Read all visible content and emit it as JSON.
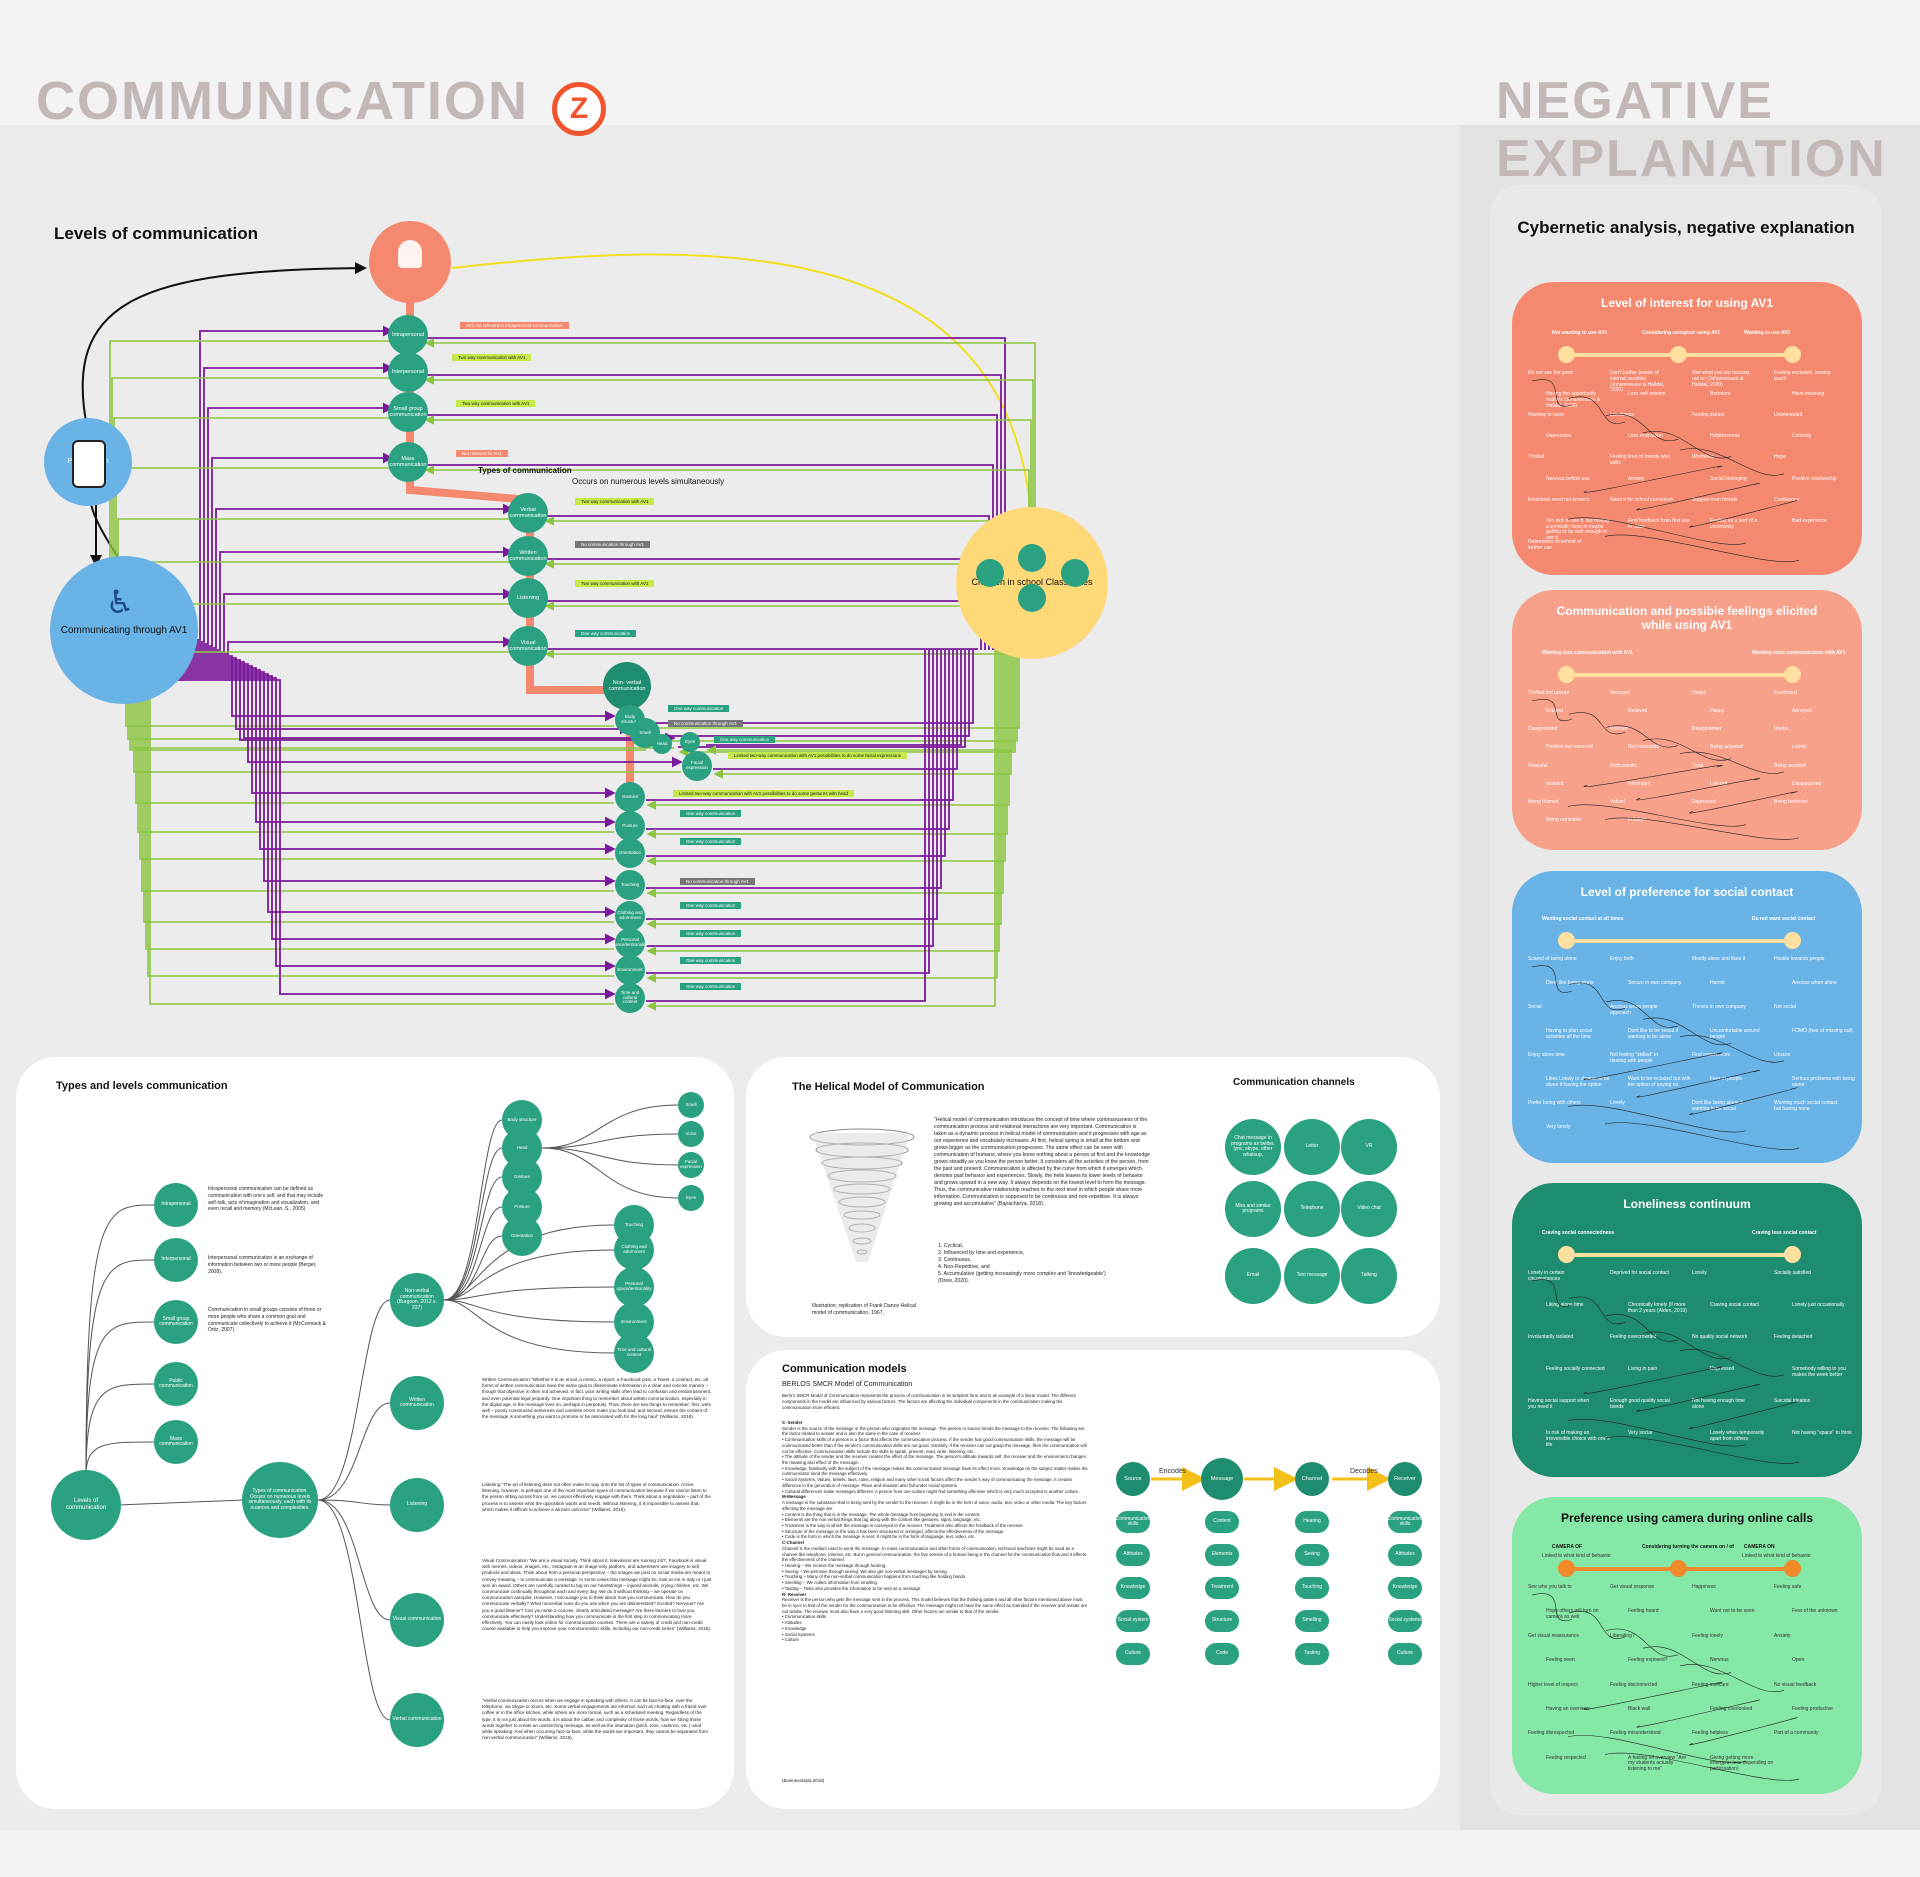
{
  "header": {
    "title": "COMMUNICATION",
    "logo_letter": "Z",
    "neg_line1": "NEGATIVE",
    "neg_line2": "EXPLANATION",
    "neg_subtitle": "Cybernetic analysis, negative explanation"
  },
  "levels": {
    "title": "Levels of communication",
    "av1": "AV1",
    "phone": "Phonescreen",
    "communicating": "Communicating through AV1",
    "children": "Children in school Classmates",
    "level_nodes": [
      "Intrapersonal",
      "Interpersonal",
      "Small group communication",
      "Mass communication"
    ],
    "types_title": "Types of communication",
    "types_sub": "Occurs on numerous levels simultaneously",
    "type_nodes": [
      "Verbal communication",
      "Written communication",
      "Listening",
      "Visual communication"
    ],
    "nonverbal": "Non- verbal communication",
    "nonverbal_nodes": [
      "Body structure",
      "Smell",
      "Head",
      "Eyes",
      "Facial expression",
      "Gesture",
      "Posture",
      "Orientation",
      "Touching",
      "Clothing and adornment",
      "Personal space/territoriality",
      "Environment",
      "Time and cultural context"
    ],
    "labels": [
      "AV1 not relevant to intrapersonal communication",
      "Two way communication with AV1",
      "Two way communication with AV1",
      "Not relevant for AV1",
      "Two way communication with AV1",
      "No communication through AV1",
      "Two way communication with AV1",
      "One way communication",
      "One way communication",
      "No communication through AV1",
      "One way communication",
      "Limited two-way communication with AV1 possibilities to do some facial expressions",
      "Limited two-way communication with AV1 possibilities to do some gestures with head",
      "One way communication",
      "One way communication",
      "No communication through AV1",
      "One way communication",
      "One way communication",
      "One way communication",
      "One way communication"
    ]
  },
  "types_card": {
    "title": "Types and levels communication",
    "root": "Levels of communication",
    "levels": [
      "Intrapersonal",
      "Interpersonal",
      "Small group communication",
      "Public communication",
      "Mass communication"
    ],
    "level_texts": [
      "Intrapersonal communication can be defined as communication with one's self, and that may include self-talk, acts of imagination and visualization, and even recall and memory (McLean, S., 2005)",
      "Interpersonal communication is an exchange of information between two or more people (Berger, 2008).",
      "Communication in small groups consists of three or more people who share a common goal and communicate collectively to achieve it (McCormack & Ortiz, 2007)."
    ],
    "types_root": "Types of communication. Occurs on numerous levels simultaneously, each with its nuances and complexities.",
    "types": [
      "Non-verbal communication (Burgoon, 2012 s. 237)",
      "Written communication",
      "Listening",
      "Visual communication",
      "Verbal communication"
    ],
    "nv_nodes": [
      "Body structure",
      "Head",
      "Gesture",
      "Posture",
      "Orientation",
      "Smell",
      "Voice",
      "Facial expression",
      "Eyes",
      "Touching",
      "Clothing and adornment",
      "Personal space/territoriality",
      "Environment",
      "Time and cultural context"
    ],
    "written_text": "Written Communication \"Whether it is an email, a memo, a report, a Facebook post, a Tweet, a contract, etc. all forms of written communication have the same goal to disseminate information in a clear and concise manner – though that objective is often not achieved. In fact, poor writing skills often lead to confusion and embarrassment, and even potential legal jeopardy. One important thing to remember about written communication, especially in the digital age, is the message lives on, perhaps in perpetuity. Thus, there are two things to remember: first, write well – poorly constructed sentences and careless errors make you look bad; and second, ensure the content of the message is something you want to promote or be associated with for the long haul\" (Williams, 2018).",
    "listening_text": "Listening \"The art of listening does not often make its way onto the list of types of communication. Active listening, however, is perhaps one of the most important types of communication because if we cannot listen to the person sitting across from us, we cannot effectively engage with them. Think about a negotiation – part of the process is to assess what the opposition wants and needs. Without listening, it is impossible to assess that, which makes it difficult to achieve a win/win outcome\" (Williams, 2018).",
    "visual_text": "Visual Communication \"We are a visual society. Think about it, televisions are running 24/7, Facebook is visual with memes, videos, images, etc., Instagram is an image-only platform, and advertisers use imagery to sell products and ideas. Think about from a personal perspective – the images we post on social media are meant to convey meaning – to communicate a message. In some cases that message might be, look at me in Italy or I just won an award. Others are carefully curated to tug on our heartstrings – injured animals, crying children, etc. We communicate continually throughout each and every day. We do it without thinking – we operate on communication autopilot. However, I encourage you to think about how you communicate. How do you communicate verbally? What nonverbal cues do you use when you are disinterested? Excited? Nervous? Are you a good listener? Can you write a concise, clearly articulated message? Are there barriers to how you communicate effectively? Understanding how you communicate is the first step to communicating more effectively. You can easily look online for communication courses. There are a variety of credit and non-credit course available to help you improve your communication skills, including our non-credit series\" (Williams, 2018).",
    "verbal_text": "\"Verbal communication occurs when we engage in speaking with others. It can be face-to-face, over the telephone, via Skype or Zoom, etc. Some verbal engagements are informal, such as chatting with a friend over coffee or in the office kitchen, while others are more formal, such as a scheduled meeting. Regardless of the type, it is not just about the words, it is about the caliber and complexity of those words, how we string those words together to create an overarching message, as well as the intonation (pitch, tone, cadence, etc.) used while speaking. And when occurring face-to-face, while the words are important, they cannot be separated from non-verbal communication\" (Williams, 2018)."
  },
  "helical": {
    "title": "The Helical Model of Communication",
    "text": "\"Helical model of communication introduces the concept of time where continuousness of the communication process and relational interactions are very important. Communication is taken as a dynamic process in helical model of communication and it progresses with age as our experience and vocabulary increases. At first, helical spring is small at the bottom and grows bigger as the communication progresses. The same effect can be seen with communication of humans, where you know nothing about a person at first and the knowledge grows steadily as you know the person better. It considers all the activities of the person, from the past and present. Communication is affected by the curve from which it emerges which denotes past behavior and experiences. Slowly, the helix leaves its lower levels of behavior and grows upward in a new way. It always depends on the lowest level to form the message. Thus, the communicative relationship reaches to the next level in which people share more information. Communication is supposed to be continuous and non-repetitive. It is always growing and accumulative\" (Bajracharya, 2018).",
    "list": [
      "1. Cyclical,",
      "2. Influenced by time and experience,",
      "3. Continuous,",
      "4. Non-Repetitive, and",
      "5. Accumulative (getting increasingly more complex and 'knowledgeable')"
    ],
    "cite": "(Drew, 2020).",
    "caption": "Illustration; replication of Frank Dance Helical model of communication, 1967,"
  },
  "channels": {
    "title": "Communication channels",
    "items": [
      "Chat message in programs as twitter, lync, skype, other whatsup,",
      "Letter",
      "VR",
      "Mira and similar programs",
      "Telephone",
      "Video chat",
      "Email",
      "Text message",
      "Talking"
    ]
  },
  "models": {
    "title": "Communication models",
    "subtitle": "BERLOS SMCR Model of Communication",
    "intro": "Berlo's SMCR Model of Communication represents the process of communication in its simplest form and is an example of a linear model. The different components in the model are influenced by various factors. The factors are affecting the individual components in the communication making the communication more efficient.",
    "body": [
      "S -Sender",
      "Sender is the source of the message or the person who originates the message. The person or source sends the message to the receiver. The following are the factor related to sender and is also the same in the case of receiver.",
      "• Communication skills of a person is a factor that affects the communication process. If the sender has good communication skills, the message will be communicated better than if the sender's communication skills are not good. Similarly, if the receiver can not grasp the message, then the communication will not be effective. Communication skills include the skills to speak, present, read, write, listening, etc.",
      "• The attitude of the sender and the receiver creates the effect of the message. The person's attitude towards self, the receiver and the environment changes the meaning and effect of the message.",
      "• Knowledge, familiarity with the subject of the message makes the communicated message have its effect more. Knowledge on the subject matter makes the communicator send the message effectively.",
      "• Social Systems, Values, beliefs, laws, rules, religion and many other social factors affect the sender's way of communicating the message. It creates difference in the generation of message. Place and situation also fall under social systems.",
      "• Cultural differences make messages different. A person from one culture might find something offensive which is very much accepted in another culture.",
      "M-Message",
      "A message is the substance that is being sent by the sender to the receiver. It might be in the form of voice, audio, text, video or other media. The key factors affecting the message are",
      "• Content is the thing that is in the message. The whole message from beginning to end is the content.",
      "• Elements are the non verbal things that tag along with the content like gestures, signs, language, etc.",
      "• Treatment is the way in which the message is conveyed to the receiver. Treatment also affects the feedback of the receiver.",
      "• Structure of the message or the way it has been structured or arranged, affects the effectiveness of the message.",
      "• Code is the form in which the message is sent. It might be in the form of language, text, video, etc.",
      "C-Channel",
      "Channel is the medium used to send the message. In mass communication and other forms of communication, technical machines might be used as a channel like telephone, internet, etc. But in general communication, the five senses of a human being is the channel for the communication flow and it affects the effectiveness of the channel.",
      "• Hearing – We receive the message through hearing.",
      "• Seeing – We perceive through seeing. We also get non-verbal messages by seeing.",
      "• Touching – Many of the non-verbal communication happens from touching like holding hands.",
      "• Smelling – We collect information from smelling.",
      "• Tasting – Taste also provides the information to be sent as a message.",
      "R- Receiver",
      "Receiver is the person who gets the message sent in the process. This model believes that the thinking pattern and all other factors mentioned above must be in sync to that of the sender for the communication to be effective. The message might not have the same effect as intended if the receiver and sender are not similar. The receiver must also have a very good listening skill. Other factors are similar to that of the sender.",
      "• Communication skills",
      "• Attitudes",
      "• Knowledge",
      "• Social Systems",
      "• Culture"
    ],
    "cite": "(Businesstopia,2018)",
    "heads": [
      "Source",
      "Message",
      "Channel",
      "Receiver"
    ],
    "encodes": "Encodes",
    "decodes": "Decodes",
    "cols": [
      [
        "Communication skills",
        "Attitudes",
        "Knowledge",
        "Social system",
        "Culture"
      ],
      [
        "Content",
        "Elements",
        "Treatment",
        "Structure",
        "Code"
      ],
      [
        "Hearing",
        "Seeing",
        "Touching",
        "Smelling",
        "Tasting"
      ],
      [
        "Communication skills",
        "Attitudes",
        "Knowledge",
        "Social systems",
        "Culture"
      ]
    ]
  },
  "neg_cards": [
    {
      "title": "Level of interest for using AV1",
      "axis": [
        "Not wanting to use AV1",
        "Considering using/not using AV1",
        "Wanting to use AV1"
      ],
      "words": [
        "Do not see the point",
        "Don't bother (waste of internet troubles (Johannessen & Halldal, 2020)",
        "See what you are missing out on (Johannessen & Halldal, 2020)",
        "Feeling excluded, loosing touch",
        "Having the opportunity matters (Johannessen & Halldal, 2020)",
        "Less self esteem",
        "Boredom",
        "Have meaning",
        "Wanting to learn",
        "Loneliness",
        "Feeling distant",
        "Uninterested",
        "Depression",
        "Less motivation",
        "Helplessness",
        "Curiosity",
        "Thrilled",
        "Feeling tired of friends who skills",
        "Worthless",
        "Hope",
        "Nervous before use",
        "Anxiety",
        "Social belonging",
        "Positive relationship",
        "Emotional need not present",
        "Need it for school curriculum",
        "Support from friends",
        "Confidence",
        "Too sick to use it, but having a symbolic hope in maybe getting to be well enough to use it",
        "First feedback from first use in class",
        "Feeling as a part of a community",
        "Bad experience",
        "Determines threshold of further use"
      ]
    },
    {
      "title": "Communication and possible feelings elicited while using AV1",
      "axis": [
        "Wanting less communication with AV1",
        "Wanting more communication with AV1"
      ],
      "words": [
        "Thrilled but unsure",
        "Annoyed",
        "Happy",
        "Frustrated",
        "Irritated",
        "Relieved",
        "Happy",
        "Annoyed",
        "Disappointed",
        "Worried",
        "Disappointed",
        "Useful",
        "Positive but reserved",
        "Not interested",
        "Being adjusted",
        "Lonely",
        "Peaceful",
        "Enthusiastic",
        "Tired",
        "Being avoided",
        "Isolated",
        "Interested",
        "Left-out",
        "Disappointed",
        "Being blamed",
        "Valued",
        "Depressed",
        "Being bothered",
        "Being reminded",
        "Irritation"
      ]
    },
    {
      "title": "Level of preference for social contact",
      "axis": [
        "Wanting social contact at all times",
        "Do not want social contact"
      ],
      "words": [
        "Scared of being alone",
        "Enjoy both",
        "Mostly alone and likes it",
        "Hostile towards people",
        "Don't like being alone",
        "Secure in own company",
        "Hermit",
        "Anxious when alone",
        "Social",
        "Anxious when people approach",
        "Thrives in own company",
        "Not social",
        "Having to plan social activities all the time",
        "Dont like to be social if wanting to be alone",
        "Uncomfortable around people",
        "FOMO (fear of missing out)",
        "Enjoy alone time",
        "Not feeling \"skilled\" in dealing with people",
        "Find experiences",
        "Unsure",
        "Likes Lonely to choose to be alone if having the option",
        "Want to be included but with the option of saying no",
        "Fear of people",
        "Serious problems with being alone",
        "Prefer being with others",
        "Lonely",
        "Dont like being alone if wanting to be social",
        "Wanting much social contact but having none",
        "Very lonely"
      ]
    },
    {
      "title": "Loneliness continuum",
      "axis": [
        "Craving social connectedness",
        "Craving less social contact"
      ],
      "words": [
        "Lonely in certain circumstances",
        "Deprived for social contact",
        "Lonely",
        "Socially satisfied",
        "Liking alone time",
        "Chronically lonely (if more than 2 years (Alden, 2019)",
        "Craving social contact",
        "Lonely just occasionally",
        "Involuntarily isolated",
        "Feeling overcrowded",
        "No quality social network",
        "Feeling detached",
        "Feeling socially connected",
        "Living in pain",
        "Depressed",
        "Somebody willing to you makes the week better",
        "Having social support when you need it",
        "Enough good quality social bonds",
        "Not having enough time alone",
        "Suicidal ideation",
        "In risk of making an irreversible choice with one's life",
        "Very social",
        "Lonely when temporarily apart from others",
        "Not having \"space\" to think"
      ]
    },
    {
      "title": "Preference using camera during online calls",
      "axis": [
        "CAMERA OF",
        "Considering turning the camera on / of",
        "CAMERA ON"
      ],
      "axis_sub": [
        "Linked to what kind of behavior",
        "Linked to what kind of behavior"
      ],
      "words": [
        "See who you talk to",
        "Get visual response",
        "Happiness",
        "Feeling safe",
        "Hope others will turn on camera as well",
        "Feeling heard",
        "Want not to be seen",
        "Fear of the unknown",
        "Get visual reassurance",
        "Liberating?",
        "Feeling lonely",
        "Anxiety",
        "Feeling seen",
        "Feeling exposed?",
        "Nervous",
        "Open",
        "Higher level of respect",
        "Feeling disconnected",
        "Feeling insecure",
        "No visual feedback",
        "Having an overview",
        "Black wall",
        "Feeling overlooked",
        "Feeling productive",
        "Feeling disrespected",
        "Feeling misunderstood",
        "Feeling helpless",
        "Part of a community",
        "Feeling respected",
        "A feeling off overview \"Are my students actually listening to me\"",
        "Giving getting more energy/or less depending on participation)"
      ]
    }
  ],
  "colors": {
    "salmon": "#f4896f",
    "salmon_light": "#f7a08a",
    "blue": "#6ab3e6",
    "teal": "#1e8c6e",
    "mint": "#86e8a6",
    "green_node": "#2aa180",
    "yellow": "#ffd878",
    "purple": "#7a1a9a",
    "lime": "#8bc540",
    "title_grey": "#c2b9b6"
  }
}
